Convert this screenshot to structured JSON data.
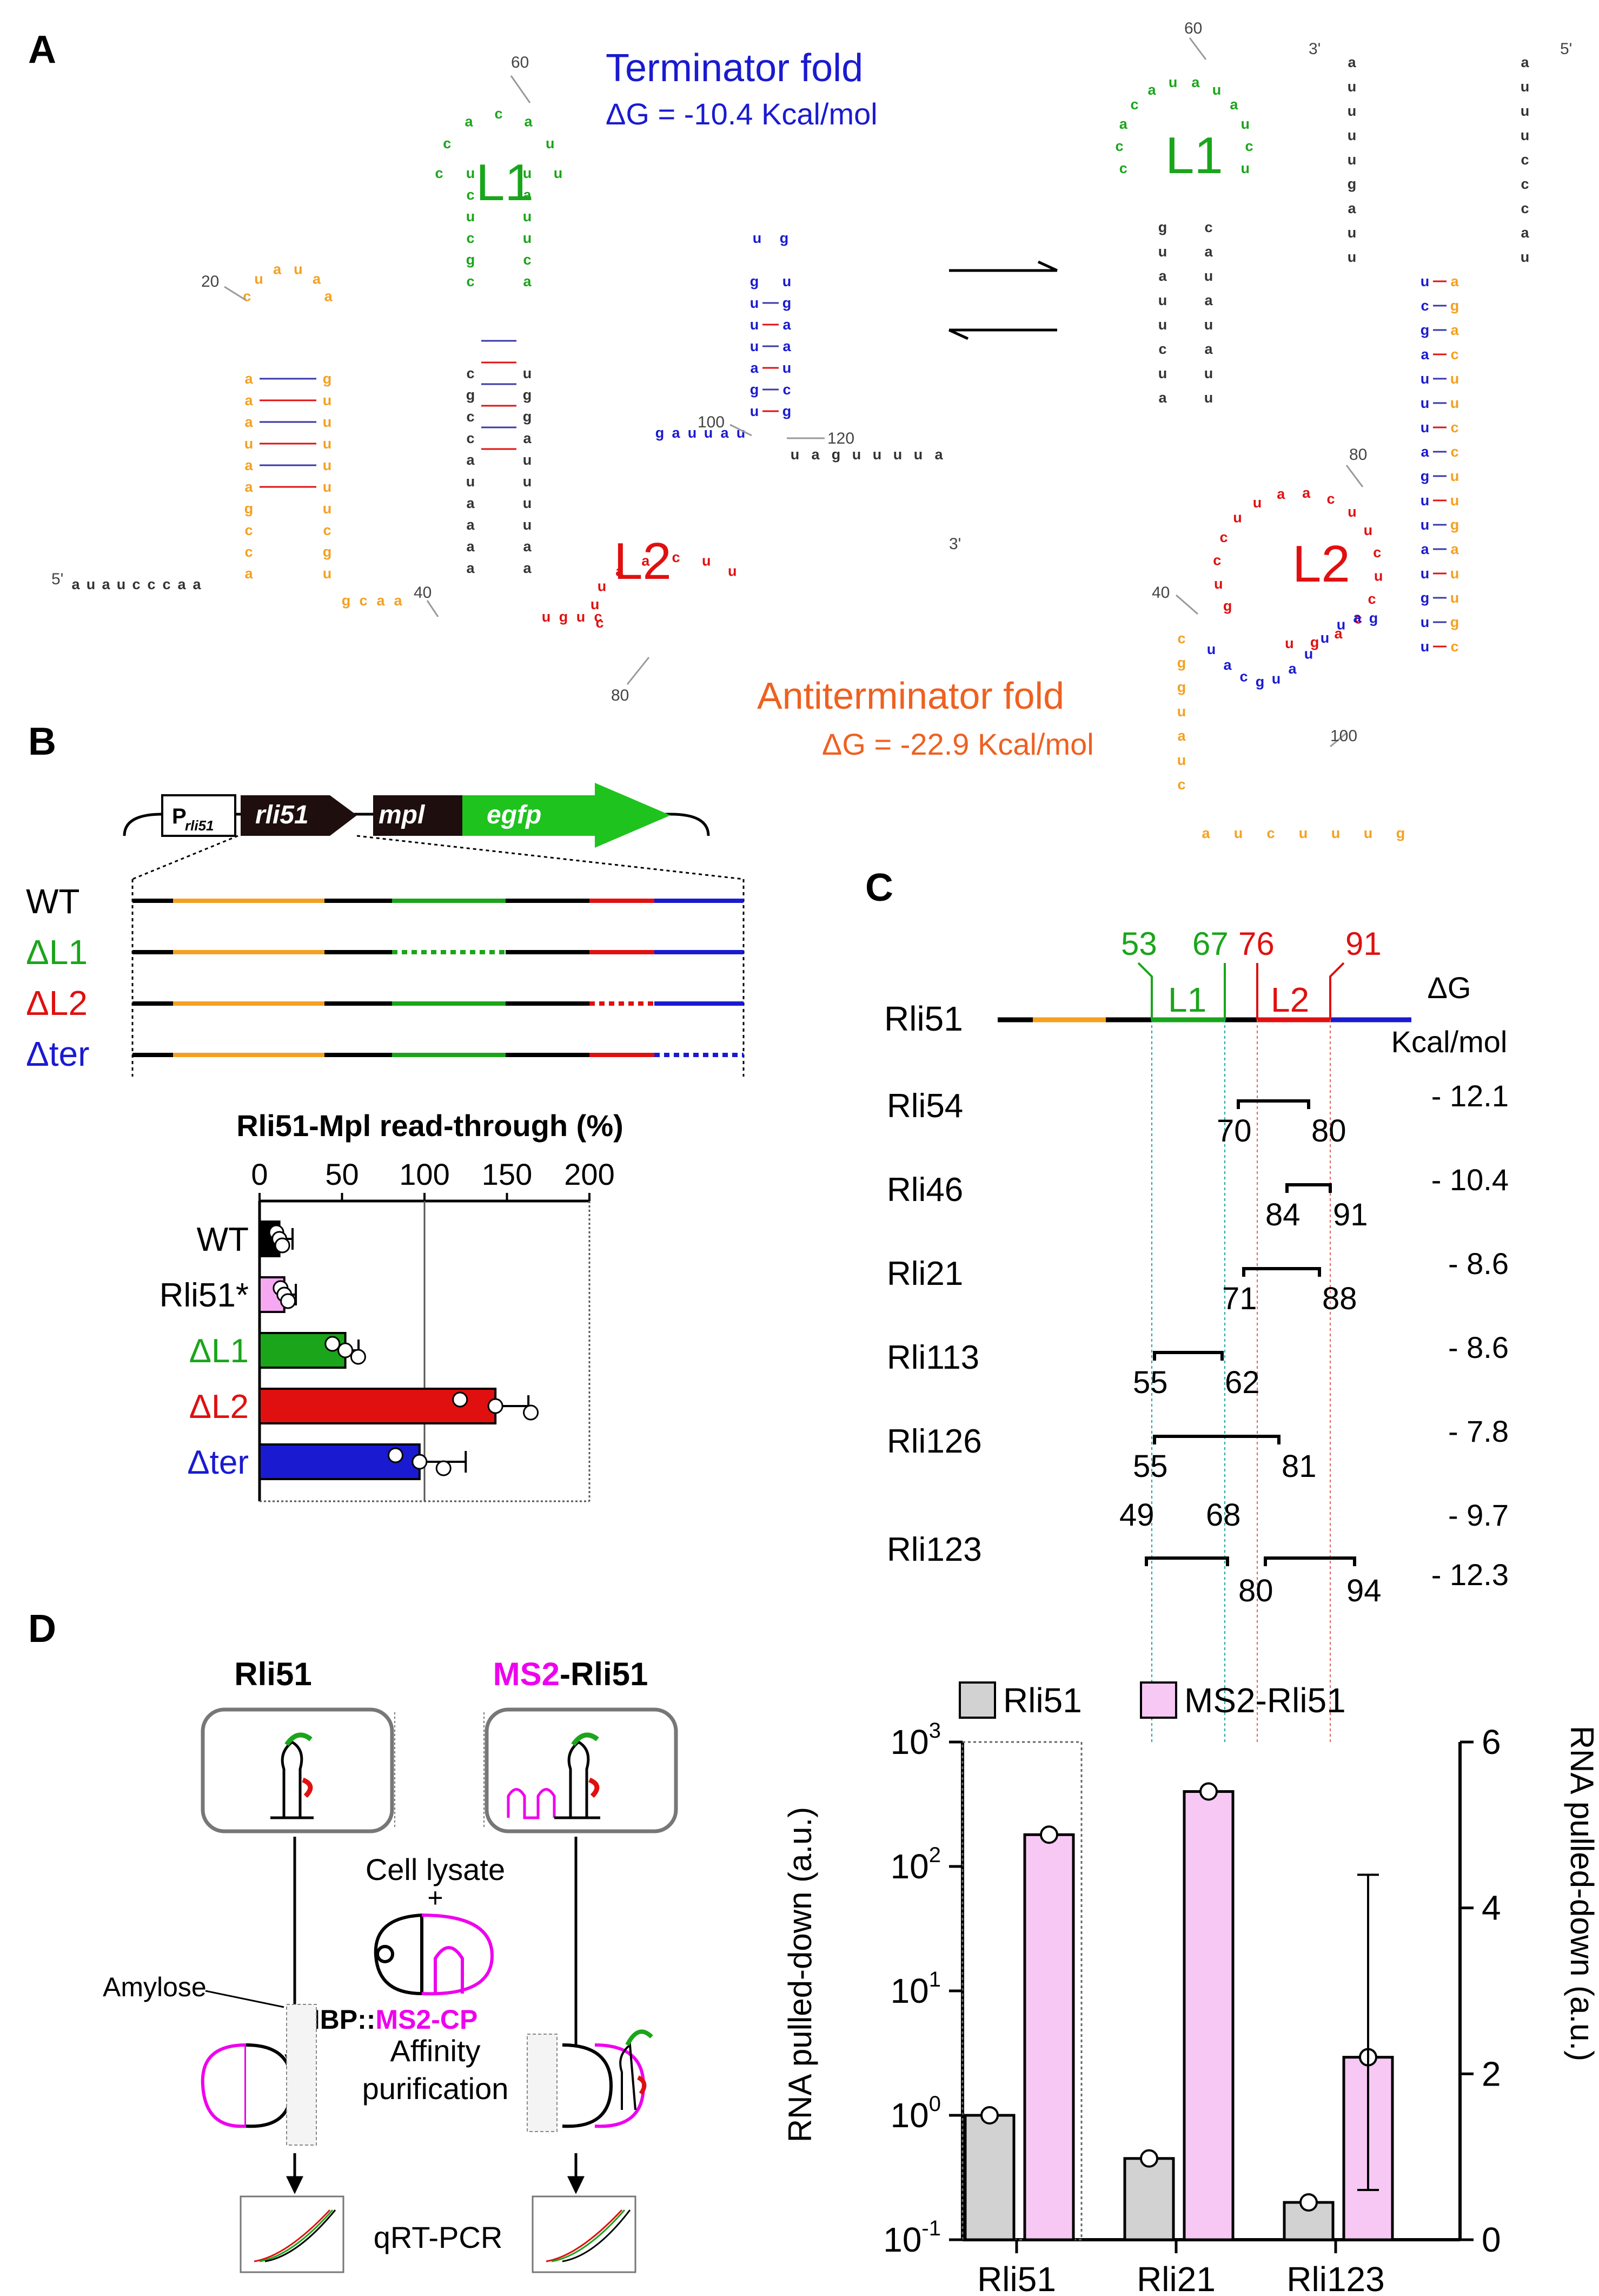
{
  "colors": {
    "blue": "#1a1ad0",
    "red": "#e01010",
    "green": "#1aa51a",
    "orange": "#f4a020",
    "magenta": "#ee00ee",
    "pink": "#f7c8f4",
    "gray": "#d2d2d2",
    "black": "#000000"
  },
  "panelA": {
    "label": "A",
    "terminator_title": "Terminator fold",
    "terminator_dg": "ΔG = -10.4 Kcal/mol",
    "antiterminator_title": "Antiterminator fold",
    "antiterminator_dg": "ΔG = -22.9 Kcal/mol",
    "L1": "L1",
    "L2": "L2",
    "end5": "5'",
    "end3": "3'",
    "left": {
      "lead": "a-u-a-u-c-c-c-a-a",
      "tail": "u-a-g-u-u-u-u-a",
      "link_orange": "g-c-a-a",
      "link_red": "u-g-u-c",
      "l2_loop": "cuuaacuu",
      "blue_run": "g-a-u-u-a-u",
      "orange_left": [
        "a",
        "c",
        "c",
        "g",
        "a",
        "a",
        "u",
        "a",
        "a",
        "a"
      ],
      "orange_right": [
        "u",
        "g",
        "c",
        "u",
        "u",
        "u",
        "u",
        "u",
        "u",
        "g"
      ],
      "orange_loop": [
        "c",
        "u",
        "a",
        "u",
        "a",
        "a"
      ],
      "black_left": [
        "a",
        "a",
        "a",
        "a",
        "u",
        "a",
        "c",
        "c",
        "g",
        "c"
      ],
      "black_right": [
        "a",
        "a",
        "u",
        "u",
        "u",
        "u",
        "a",
        "g",
        "g",
        "u"
      ],
      "green_left": [
        "c",
        "g",
        "c",
        "u",
        "c",
        "u"
      ],
      "green_right": [
        "a",
        "c",
        "u",
        "u",
        "a",
        "u"
      ],
      "green_loop": [
        "c",
        "c",
        "a",
        "c",
        "a",
        "u",
        "u"
      ],
      "blue_left": [
        "u",
        "g",
        "a",
        "u",
        "u",
        "u",
        "g"
      ],
      "blue_right": [
        "g",
        "c",
        "u",
        "a",
        "a",
        "g",
        "u"
      ],
      "blue_top": [
        "u",
        "g"
      ]
    },
    "right": {
      "top_left": [
        "a",
        "u",
        "u",
        "u",
        "u",
        "g",
        "a",
        "u",
        "u"
      ],
      "top_right": [
        "a",
        "u",
        "u",
        "u",
        "c",
        "c",
        "c",
        "a",
        "u"
      ],
      "blue_col": [
        "u",
        "c",
        "g",
        "a",
        "u",
        "u",
        "u",
        "a",
        "g",
        "u",
        "u",
        "a",
        "u",
        "g",
        "u",
        "u"
      ],
      "orange_col": [
        "a",
        "g",
        "a",
        "c",
        "u",
        "u",
        "c",
        "c",
        "u",
        "u",
        "g",
        "a",
        "u",
        "u",
        "g",
        "c"
      ],
      "bottom": [
        "a",
        "u",
        "c",
        "u",
        "u",
        "u",
        "g"
      ],
      "green_loop": [
        "c",
        "c",
        "a",
        "c",
        "a",
        "u",
        "a",
        "u",
        "a",
        "u",
        "c",
        "u"
      ],
      "black_left": [
        "g",
        "u",
        "a",
        "u",
        "u",
        "c",
        "u",
        "a"
      ],
      "black_right": [
        "c",
        "a",
        "u",
        "a",
        "u",
        "a",
        "u",
        "u"
      ],
      "red_loop": [
        "g",
        "u",
        "c",
        "c",
        "u",
        "u",
        "a",
        "a",
        "c",
        "u",
        "u",
        "c",
        "u",
        "c",
        "c",
        "a",
        "g",
        "u"
      ],
      "orange_left": [
        "c",
        "g",
        "g",
        "u",
        "a",
        "u",
        "c"
      ],
      "blue_bottom": [
        "u",
        "a",
        "c",
        "g",
        "u",
        "a",
        "u",
        "u",
        "u",
        "a",
        "g"
      ]
    },
    "ticks": {
      "n20": "20",
      "n40": "40",
      "n60": "60",
      "n80": "80",
      "n100": "100",
      "n120": "120"
    }
  },
  "panelB": {
    "label": "B",
    "promoter": "P",
    "promoter_sub": "rli51",
    "gene1": "rli51",
    "gene2": "mpl",
    "gene3": "egfp",
    "constructs": [
      "WT",
      "ΔL1",
      "ΔL2",
      "Δter"
    ],
    "chart_data": {
      "type": "bar",
      "title": "Rli51-Mpl read-through (%)",
      "orientation": "horizontal",
      "categories": [
        "WT",
        "Rli51*",
        "ΔL1",
        "ΔL2",
        "Δter"
      ],
      "values": [
        12,
        15,
        52,
        143,
        97
      ],
      "errors": [
        8,
        7,
        8,
        20,
        28
      ],
      "xlim": [
        0,
        200
      ],
      "xticks": [
        "0",
        "50",
        "100",
        "150",
        "200"
      ],
      "reference_line": 100,
      "bar_colors": [
        "#000000",
        "#f7a8f2",
        "#1aa51a",
        "#e01010",
        "#1a1ad0"
      ]
    }
  },
  "panelC": {
    "label": "C",
    "dg_header": "ΔG",
    "dg_unit": "Kcal/mol",
    "rli51": "Rli51",
    "L1": "L1",
    "L2": "L2",
    "pos53": "53",
    "pos67": "67",
    "pos76": "76",
    "pos91": "91",
    "rows": [
      {
        "name": "Rli54",
        "a": "70",
        "b": "80",
        "dg": "- 12.1"
      },
      {
        "name": "Rli46",
        "a": "84",
        "b": "91",
        "dg": "- 10.4"
      },
      {
        "name": "Rli21",
        "a": "71",
        "b": "88",
        "dg": "- 8.6"
      },
      {
        "name": "Rli113",
        "a": "55",
        "b": "62",
        "dg": "- 8.6"
      },
      {
        "name": "Rli126",
        "a": "55",
        "b": "81",
        "dg": "- 7.8"
      },
      {
        "name": "Rli123",
        "a": "49",
        "b": "68",
        "c": "80",
        "d": "94",
        "dg": "- 9.7",
        "dg2": "- 12.3"
      }
    ]
  },
  "panelD": {
    "label": "D",
    "rli51": "Rli51",
    "ms2": "MS2",
    "ms2_suffix": "-Rli51",
    "lysate": "Cell lysate",
    "plus": "+",
    "mbp": "MBP::",
    "ms2cp": "MS2-CP",
    "amylose": "Amylose",
    "affinity1": "Affinity",
    "affinity2": "purification",
    "qrt": "qRT-PCR",
    "chart_data": {
      "type": "bar",
      "categories": [
        "Rli51",
        "Rli21",
        "Rli123"
      ],
      "series": [
        {
          "name": "Rli51",
          "values": [
            1.0,
            0.45,
            0.45
          ]
        },
        {
          "name": "MS2-Rli51",
          "values": [
            180,
            400,
            2.2
          ]
        }
      ],
      "ylabel": "RNA pulled-down (a.u.)",
      "y2label": "RNA pulled-down (a.u.)",
      "yscale": "log",
      "ylim": [
        0.1,
        1000
      ],
      "yticks": [
        "10",
        "10",
        "10",
        "10",
        "10"
      ],
      "ytick_exp": [
        "-1",
        "0",
        "1",
        "2",
        "3"
      ],
      "y2lim": [
        0,
        6
      ],
      "y2ticks": [
        "0",
        "2",
        "4",
        "6"
      ],
      "legend": "top"
    }
  }
}
